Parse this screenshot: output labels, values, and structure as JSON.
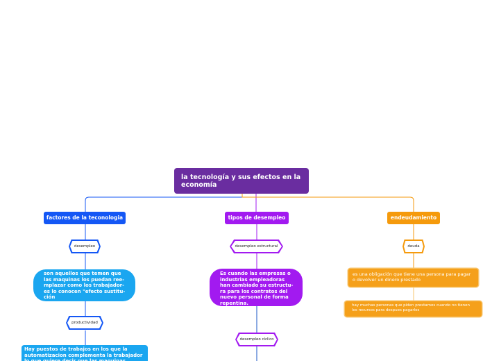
{
  "root": {
    "title": "la tecnología y  sus efectos en la economía"
  },
  "branches": [
    {
      "label": "factores de la teconologia",
      "color": "#1457f5",
      "subtopics": [
        {
          "label": "desempleo",
          "description": "son aquellos que temen que las maquinas los puedan ree-mplazar como los trabajador-es lo conocen \"efecto sustitu-ción"
        },
        {
          "label": "productividad",
          "description": "Hay puestos de trabajos en los que la automatizacion complementa la trabajador lo que quiere decir que las maquinas"
        }
      ]
    },
    {
      "label": "tipos de desempleo",
      "color": "#a21af0",
      "subtopics": [
        {
          "label": "desempleo estructural",
          "description": "Es cuando las empresas o industrias empleadoras han cambiado su estructu-ra para los contratos del nuevo personal de forma repentina."
        },
        {
          "label": "desempleo cíclico"
        }
      ]
    },
    {
      "label": "endeudamiento",
      "color": "#f59a0c",
      "subtopics": [
        {
          "label": "deuda",
          "description": "es una obligación que tiene una persona para pagar o devolver un dinero prestado",
          "note": "hay muchas personas que piden prestamos cuando no tienen los recursos para despues pagarlos"
        }
      ]
    }
  ]
}
